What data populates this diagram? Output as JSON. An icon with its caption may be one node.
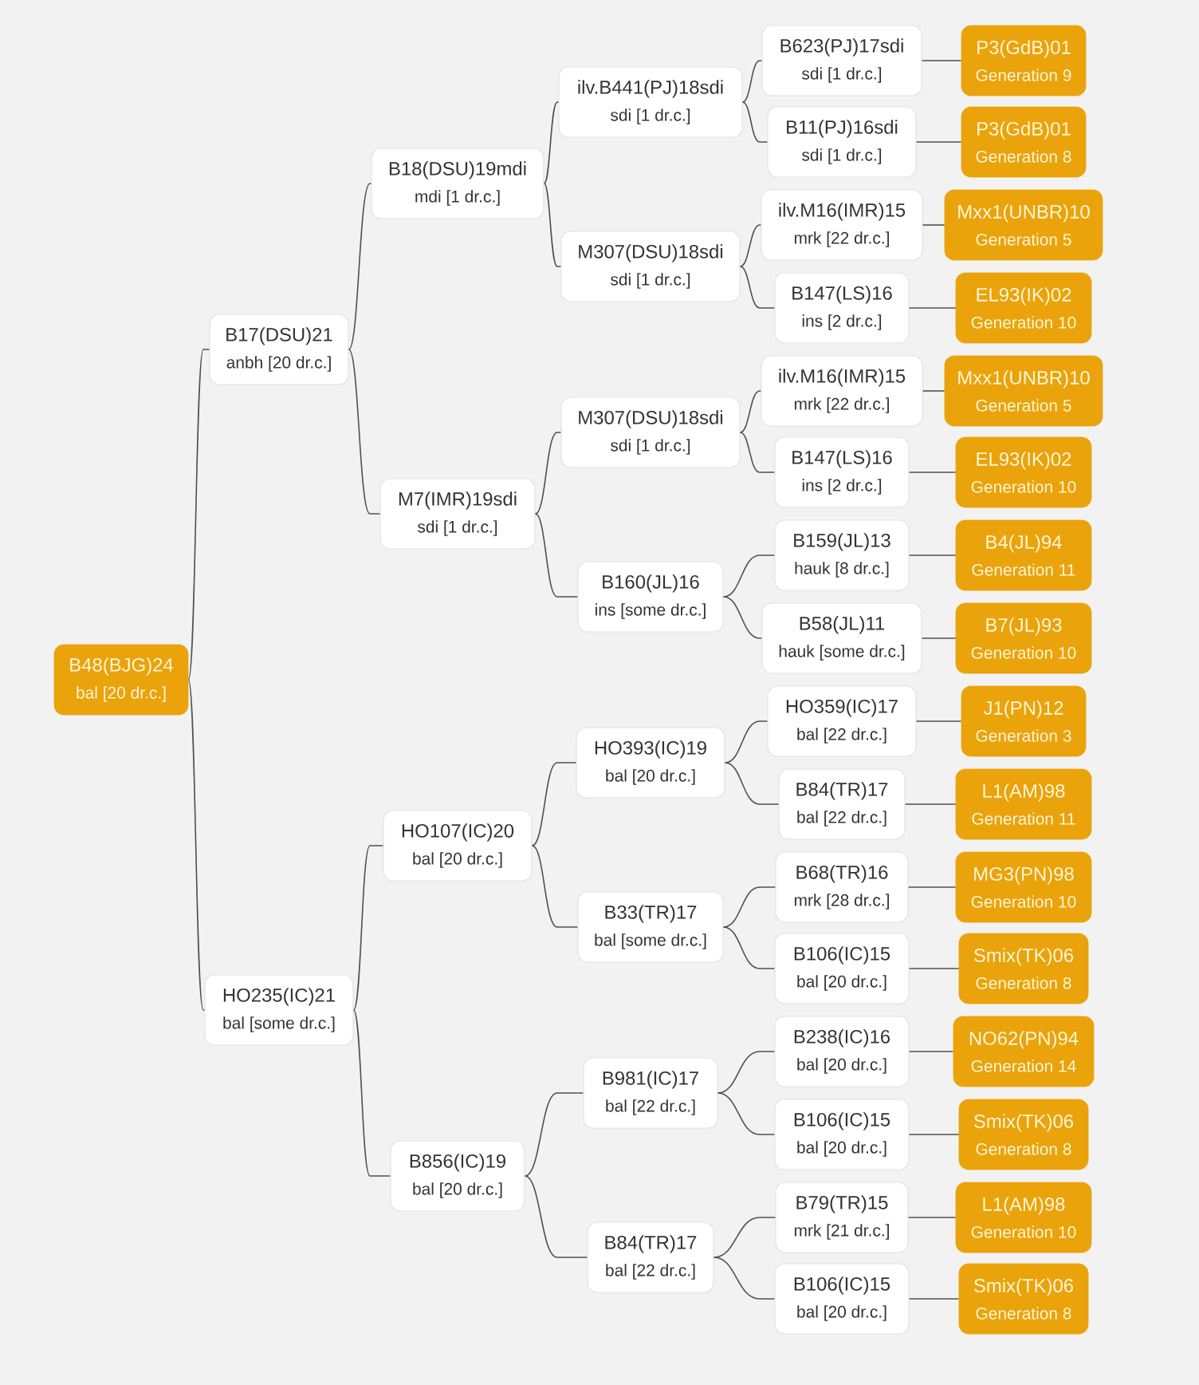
{
  "diagram": {
    "nodes": [
      {
        "text": [
          "B48(BJG)24",
          "bal [20 dr.c.]"
        ]
      },
      {
        "text": [
          "B17(DSU)21",
          "anbh [20 dr.c.]"
        ]
      },
      {
        "text": [
          "B18(DSU)19mdi",
          "mdi [1 dr.c.]"
        ]
      },
      {
        "text": [
          "ilv.B441(PJ)18sdi",
          "sdi [1 dr.c.]"
        ]
      },
      {
        "text": [
          "B623(PJ)17sdi",
          "sdi [1 dr.c.]"
        ]
      },
      {
        "text": [
          "P3(GdB)01",
          "Generation 9"
        ]
      },
      {
        "text": [
          "B11(PJ)16sdi",
          "sdi [1 dr.c.]"
        ]
      },
      {
        "text": [
          "P3(GdB)01",
          "Generation 8"
        ]
      },
      {
        "text": [
          "M307(DSU)18sdi",
          "sdi [1 dr.c.]"
        ]
      },
      {
        "text": [
          "ilv.M16(IMR)15",
          "mrk [22 dr.c.]"
        ]
      },
      {
        "text": [
          "Mxx1(UNBR)10",
          "Generation 5"
        ]
      },
      {
        "text": [
          "B147(LS)16",
          "ins [2 dr.c.]"
        ]
      },
      {
        "text": [
          "EL93(IK)02",
          "Generation 10"
        ]
      },
      {
        "text": [
          "M7(IMR)19sdi",
          "sdi [1 dr.c.]"
        ]
      },
      {
        "text": [
          "M307(DSU)18sdi",
          "sdi [1 dr.c.]"
        ]
      },
      {
        "text": [
          "ilv.M16(IMR)15",
          "mrk [22 dr.c.]"
        ]
      },
      {
        "text": [
          "Mxx1(UNBR)10",
          "Generation 5"
        ]
      },
      {
        "text": [
          "B147(LS)16",
          "ins [2 dr.c.]"
        ]
      },
      {
        "text": [
          "EL93(IK)02",
          "Generation 10"
        ]
      },
      {
        "text": [
          "B160(JL)16",
          "ins [some dr.c.]"
        ]
      },
      {
        "text": [
          "B159(JL)13",
          "hauk [8 dr.c.]"
        ]
      },
      {
        "text": [
          "B4(JL)94",
          "Generation 11"
        ]
      },
      {
        "text": [
          "B58(JL)11",
          "hauk [some dr.c.]"
        ]
      },
      {
        "text": [
          "B7(JL)93",
          "Generation 10"
        ]
      },
      {
        "text": [
          "HO235(IC)21",
          "bal [some dr.c.]"
        ]
      },
      {
        "text": [
          "HO107(IC)20",
          "bal [20 dr.c.]"
        ]
      },
      {
        "text": [
          "HO393(IC)19",
          "bal [20 dr.c.]"
        ]
      },
      {
        "text": [
          "HO359(IC)17",
          "bal [22 dr.c.]"
        ]
      },
      {
        "text": [
          "J1(PN)12",
          "Generation 3"
        ]
      },
      {
        "text": [
          "B84(TR)17",
          "bal [22 dr.c.]"
        ]
      },
      {
        "text": [
          "L1(AM)98",
          "Generation 11"
        ]
      },
      {
        "text": [
          "B33(TR)17",
          "bal [some dr.c.]"
        ]
      },
      {
        "text": [
          "B68(TR)16",
          "mrk [28 dr.c.]"
        ]
      },
      {
        "text": [
          "MG3(PN)98",
          "Generation 10"
        ]
      },
      {
        "text": [
          "B106(IC)15",
          "bal [20 dr.c.]"
        ]
      },
      {
        "text": [
          "Smix(TK)06",
          "Generation 8"
        ]
      },
      {
        "text": [
          "B856(IC)19",
          "bal [20 dr.c.]"
        ]
      },
      {
        "text": [
          "B981(IC)17",
          "bal [22 dr.c.]"
        ]
      },
      {
        "text": [
          "B238(IC)16",
          "bal [20 dr.c.]"
        ]
      },
      {
        "text": [
          "NO62(PN)94",
          "Generation 14"
        ]
      },
      {
        "text": [
          "B106(IC)15",
          "bal [20 dr.c.]"
        ]
      },
      {
        "text": [
          "Smix(TK)06",
          "Generation 8"
        ]
      },
      {
        "text": [
          "B84(TR)17",
          "bal [22 dr.c.]"
        ]
      },
      {
        "text": [
          "B79(TR)15",
          "mrk [21 dr.c.]"
        ]
      },
      {
        "text": [
          "L1(AM)98",
          "Generation 10"
        ]
      },
      {
        "text": [
          "B106(IC)15",
          "bal [20 dr.c.]"
        ]
      },
      {
        "text": [
          "Smix(TK)06",
          "Generation 8"
        ]
      }
    ],
    "edges": [
      {
        "from": 0,
        "to": 1,
        "arrow": "none"
      },
      {
        "from": 1,
        "to": 2,
        "arrow": "none"
      },
      {
        "from": 2,
        "to": 3,
        "arrow": "none"
      },
      {
        "from": 3,
        "to": 4,
        "arrow": "none"
      },
      {
        "from": 4,
        "to": 5,
        "arrow": "none"
      },
      {
        "from": 3,
        "to": 6,
        "arrow": "none"
      },
      {
        "from": 6,
        "to": 7,
        "arrow": "none"
      },
      {
        "from": 2,
        "to": 8,
        "arrow": "none"
      },
      {
        "from": 8,
        "to": 9,
        "arrow": "none"
      },
      {
        "from": 9,
        "to": 10,
        "arrow": "none"
      },
      {
        "from": 8,
        "to": 11,
        "arrow": "none"
      },
      {
        "from": 11,
        "to": 12,
        "arrow": "none"
      },
      {
        "from": 1,
        "to": 13,
        "arrow": "none"
      },
      {
        "from": 13,
        "to": 14,
        "arrow": "none"
      },
      {
        "from": 14,
        "to": 15,
        "arrow": "none"
      },
      {
        "from": 15,
        "to": 16,
        "arrow": "none"
      },
      {
        "from": 14,
        "to": 17,
        "arrow": "none"
      },
      {
        "from": 17,
        "to": 18,
        "arrow": "none"
      },
      {
        "from": 13,
        "to": 19,
        "arrow": "none"
      },
      {
        "from": 19,
        "to": 20,
        "arrow": "none"
      },
      {
        "from": 20,
        "to": 21,
        "arrow": "none"
      },
      {
        "from": 19,
        "to": 22,
        "arrow": "none"
      },
      {
        "from": 22,
        "to": 23,
        "arrow": "none"
      },
      {
        "from": 0,
        "to": 24,
        "arrow": "none"
      },
      {
        "from": 24,
        "to": 25,
        "arrow": "none"
      },
      {
        "from": 25,
        "to": 26,
        "arrow": "none"
      },
      {
        "from": 26,
        "to": 27,
        "arrow": "none"
      },
      {
        "from": 27,
        "to": 28,
        "arrow": "none"
      },
      {
        "from": 26,
        "to": 29,
        "arrow": "none"
      },
      {
        "from": 29,
        "to": 30,
        "arrow": "none"
      },
      {
        "from": 25,
        "to": 31,
        "arrow": "none"
      },
      {
        "from": 31,
        "to": 32,
        "arrow": "none"
      },
      {
        "from": 32,
        "to": 33,
        "arrow": "none"
      },
      {
        "from": 31,
        "to": 34,
        "arrow": "none"
      },
      {
        "from": 34,
        "to": 35,
        "arrow": "none"
      },
      {
        "from": 24,
        "to": 36,
        "arrow": "none"
      },
      {
        "from": 36,
        "to": 37,
        "arrow": "none"
      },
      {
        "from": 37,
        "to": 38,
        "arrow": "none"
      },
      {
        "from": 38,
        "to": 39,
        "arrow": "none"
      },
      {
        "from": 37,
        "to": 40,
        "arrow": "none"
      },
      {
        "from": 40,
        "to": 41,
        "arrow": "none"
      },
      {
        "from": 36,
        "to": 42,
        "arrow": "none"
      },
      {
        "from": 42,
        "to": 43,
        "arrow": "none"
      },
      {
        "from": 43,
        "to": 44,
        "arrow": "none"
      },
      {
        "from": 42,
        "to": 45,
        "arrow": "none"
      },
      {
        "from": 45,
        "to": 46,
        "arrow": "none"
      }
    ]
  }
}
